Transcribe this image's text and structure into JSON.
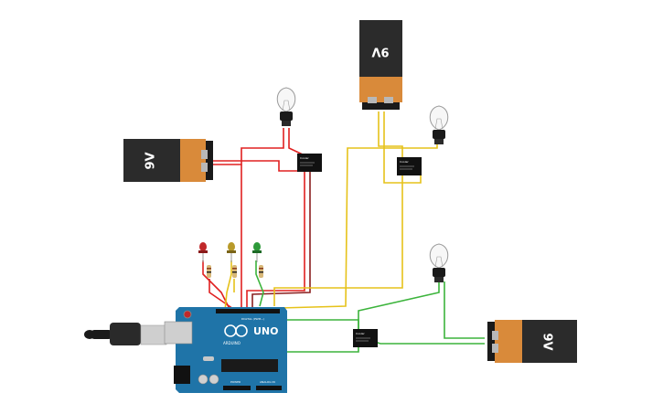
{
  "batteries": {
    "left": {
      "label": "9V"
    },
    "top": {
      "label": "9V"
    },
    "right": {
      "label": "9V"
    }
  },
  "arduino": {
    "model_label": "UNO",
    "brand_label": "ARDUINO",
    "power_label": "POWER",
    "analog_label": "ANALOG IN",
    "digital_label": "DIGITAL (PWM~)"
  },
  "relays": {
    "r1": {
      "label": "Cooler"
    },
    "r2": {
      "label": "Cooler"
    },
    "r3": {
      "label": "Cooler"
    }
  },
  "colors": {
    "wire_red": "#e02020",
    "wire_yellow": "#e6c21a",
    "wire_green": "#3cb43c",
    "battery_body": "#2b2b2b",
    "battery_cap": "#d98a3a",
    "board": "#1f74a8",
    "led_red": "#c0282a",
    "led_yellow": "#b89a2a",
    "led_green": "#2e9a3a"
  }
}
